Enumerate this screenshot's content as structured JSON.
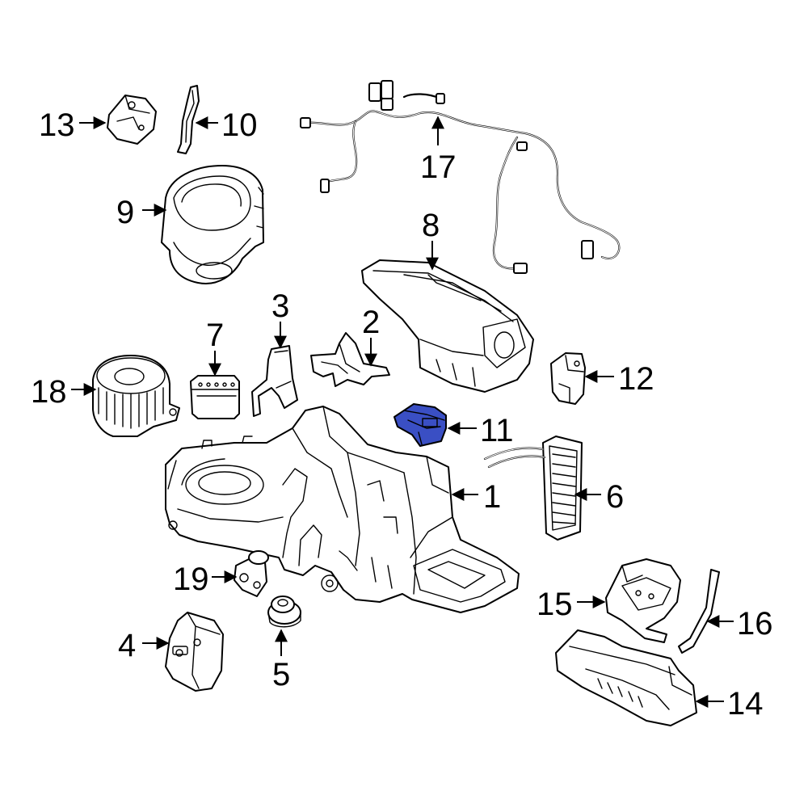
{
  "colors": {
    "line": "#000000",
    "background": "#ffffff",
    "highlight": "#3a4fc4"
  },
  "callouts": [
    {
      "id": "1",
      "label": "1"
    },
    {
      "id": "2",
      "label": "2"
    },
    {
      "id": "3",
      "label": "3"
    },
    {
      "id": "4",
      "label": "4"
    },
    {
      "id": "5",
      "label": "5"
    },
    {
      "id": "6",
      "label": "6"
    },
    {
      "id": "7",
      "label": "7"
    },
    {
      "id": "8",
      "label": "8"
    },
    {
      "id": "9",
      "label": "9"
    },
    {
      "id": "10",
      "label": "10"
    },
    {
      "id": "11",
      "label": "11",
      "highlighted": true
    },
    {
      "id": "12",
      "label": "12"
    },
    {
      "id": "13",
      "label": "13"
    },
    {
      "id": "14",
      "label": "14"
    },
    {
      "id": "15",
      "label": "15"
    },
    {
      "id": "16",
      "label": "16"
    },
    {
      "id": "17",
      "label": "17"
    },
    {
      "id": "18",
      "label": "18"
    },
    {
      "id": "19",
      "label": "19"
    }
  ]
}
